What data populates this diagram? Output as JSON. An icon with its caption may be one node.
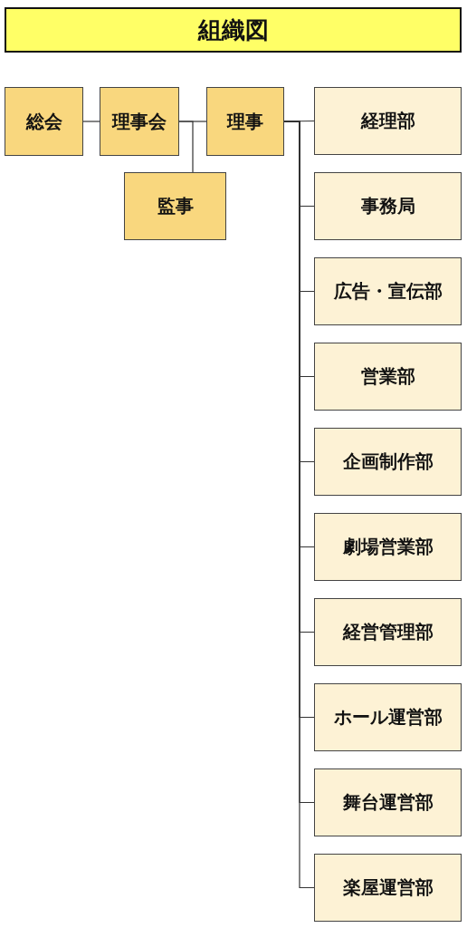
{
  "diagram": {
    "title": "組織図",
    "nodes": [
      {
        "text": [
          "総会"
        ]
      },
      {
        "text": [
          "理事会"
        ]
      },
      {
        "text": [
          "理事"
        ]
      },
      {
        "text": [
          "監事"
        ]
      },
      {
        "text": [
          "経理部"
        ]
      },
      {
        "text": [
          "事務局"
        ]
      },
      {
        "text": [
          "広告・宣伝部"
        ]
      },
      {
        "text": [
          "営業部"
        ]
      },
      {
        "text": [
          "企画制作部"
        ]
      },
      {
        "text": [
          "劇場営業部"
        ]
      },
      {
        "text": [
          "経営管理部"
        ]
      },
      {
        "text": [
          "ホール運営部"
        ]
      },
      {
        "text": [
          "舞台運営部"
        ]
      },
      {
        "text": [
          "楽屋運営部"
        ]
      }
    ],
    "edges": [
      {
        "from": 0,
        "to": 1,
        "arrow": "none"
      },
      {
        "from": 1,
        "to": 2,
        "arrow": "none"
      },
      {
        "from": 1,
        "to": 3,
        "arrow": "none"
      },
      {
        "from": 2,
        "to": 4,
        "arrow": "none"
      },
      {
        "from": 2,
        "to": 5,
        "arrow": "none"
      },
      {
        "from": 2,
        "to": 6,
        "arrow": "none"
      },
      {
        "from": 2,
        "to": 7,
        "arrow": "none"
      },
      {
        "from": 2,
        "to": 8,
        "arrow": "none"
      },
      {
        "from": 2,
        "to": 9,
        "arrow": "none"
      },
      {
        "from": 2,
        "to": 10,
        "arrow": "none"
      },
      {
        "from": 2,
        "to": 11,
        "arrow": "none"
      },
      {
        "from": 2,
        "to": 12,
        "arrow": "none"
      },
      {
        "from": 2,
        "to": 13,
        "arrow": "none"
      }
    ]
  }
}
